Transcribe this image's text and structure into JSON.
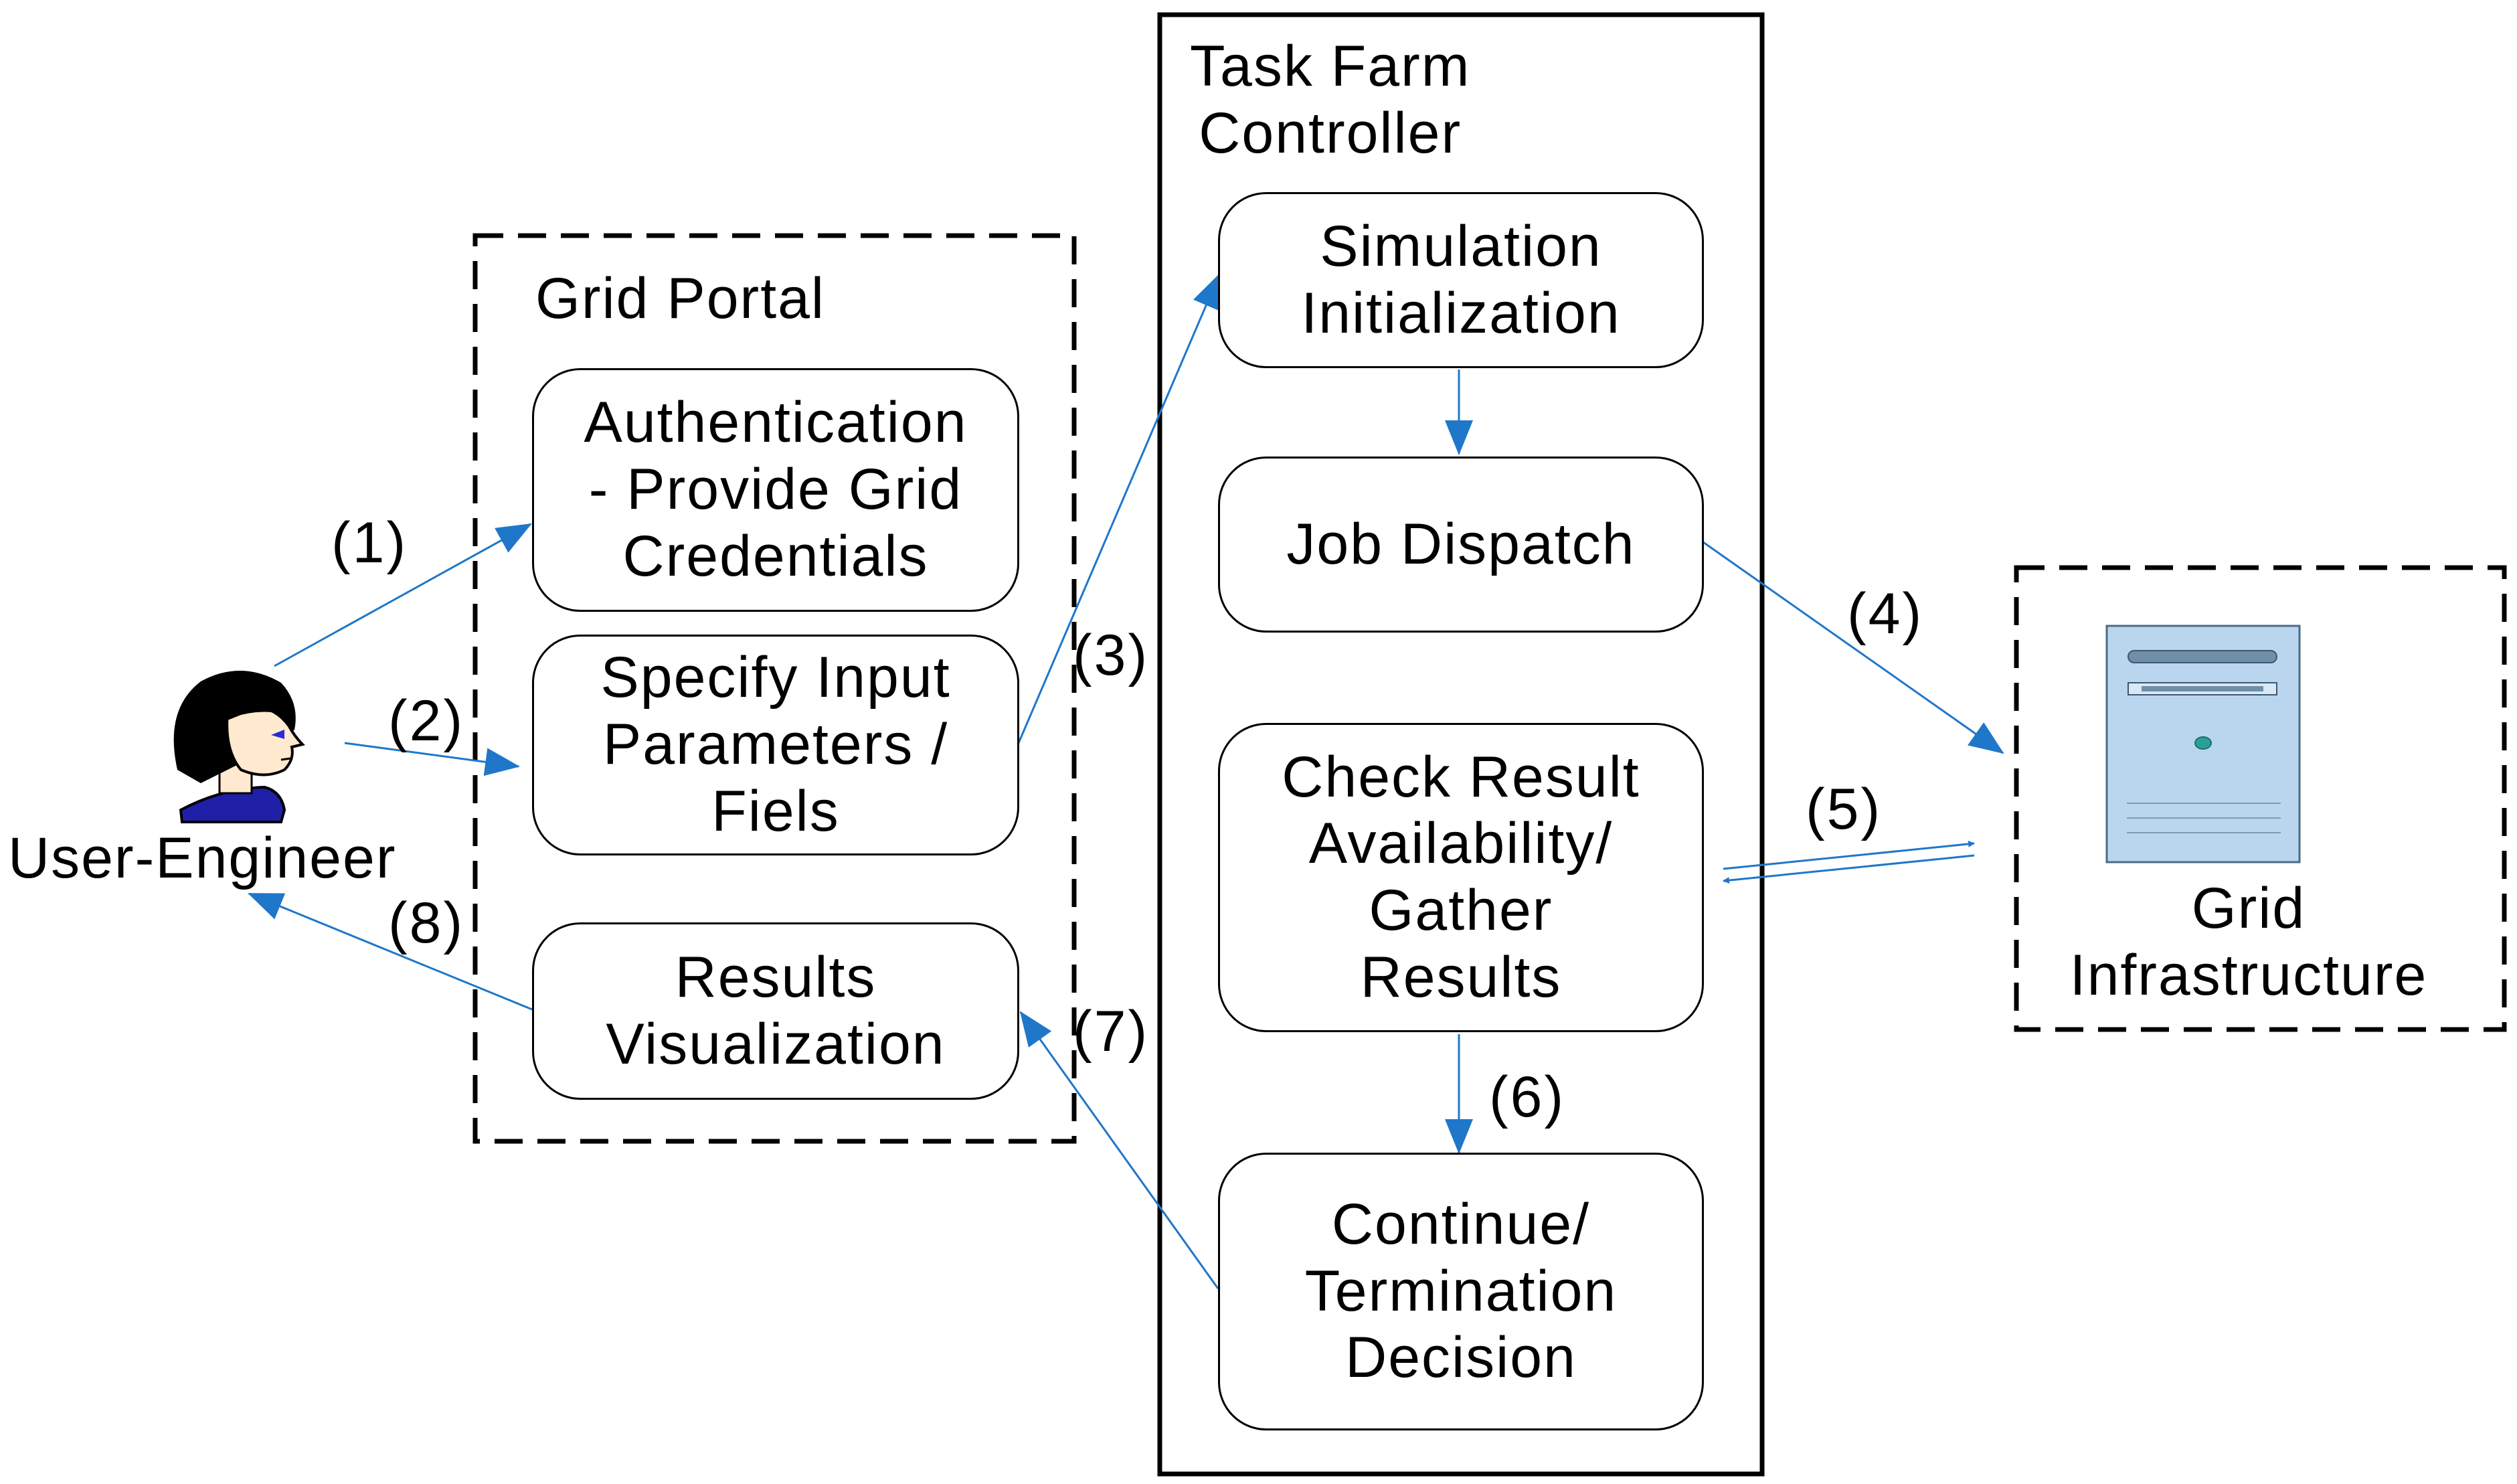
{
  "colors": {
    "arrow": "#1f77c9",
    "border": "#000000",
    "server_fill": "#b9d6ee",
    "server_slot": "#6f8ea8",
    "server_led": "#2aa198",
    "face": "#ffe9cf",
    "hair": "#000000",
    "shirt": "#1f1fa8"
  },
  "user": {
    "label": "User-Engineer",
    "icon": "user-engineer-icon"
  },
  "grid_portal": {
    "title": "Grid Portal",
    "boxes": {
      "authentication": "Authentication\n- Provide Grid\nCredentials",
      "specify_input": "Specify Input\nParameters /\nFiels",
      "results_visualization": "Results\nVisualization"
    }
  },
  "task_farm": {
    "title": "Task Farm\nController",
    "boxes": {
      "simulation_init": "Simulation\nInitialization",
      "job_dispatch": "Job Dispatch",
      "check_result": "Check Result\nAvailability/\nGather\nResults",
      "continue_termination": "Continue/\nTermination\nDecision"
    }
  },
  "grid_infrastructure": {
    "title": "Grid\nInfrastructure",
    "icon": "server-icon"
  },
  "steps": {
    "s1": "(1)",
    "s2": "(2)",
    "s3": "(3)",
    "s4": "(4)",
    "s5": "(5)",
    "s6": "(6)",
    "s7": "(7)",
    "s8": "(8)"
  }
}
